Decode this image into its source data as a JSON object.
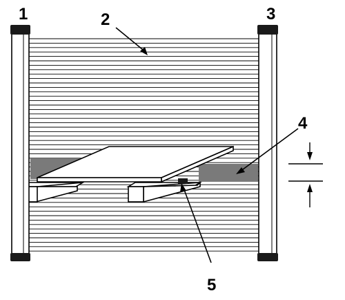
{
  "labels": {
    "emitter_column": "1",
    "light_beams": "2",
    "receiver_column": "3",
    "interrupted_zone": "4",
    "pallet": "5"
  },
  "colors": {
    "line": "#000000",
    "background": "#ffffff",
    "shadow_band": "#7a7a7a",
    "end_cap": "#1a1a1a"
  }
}
